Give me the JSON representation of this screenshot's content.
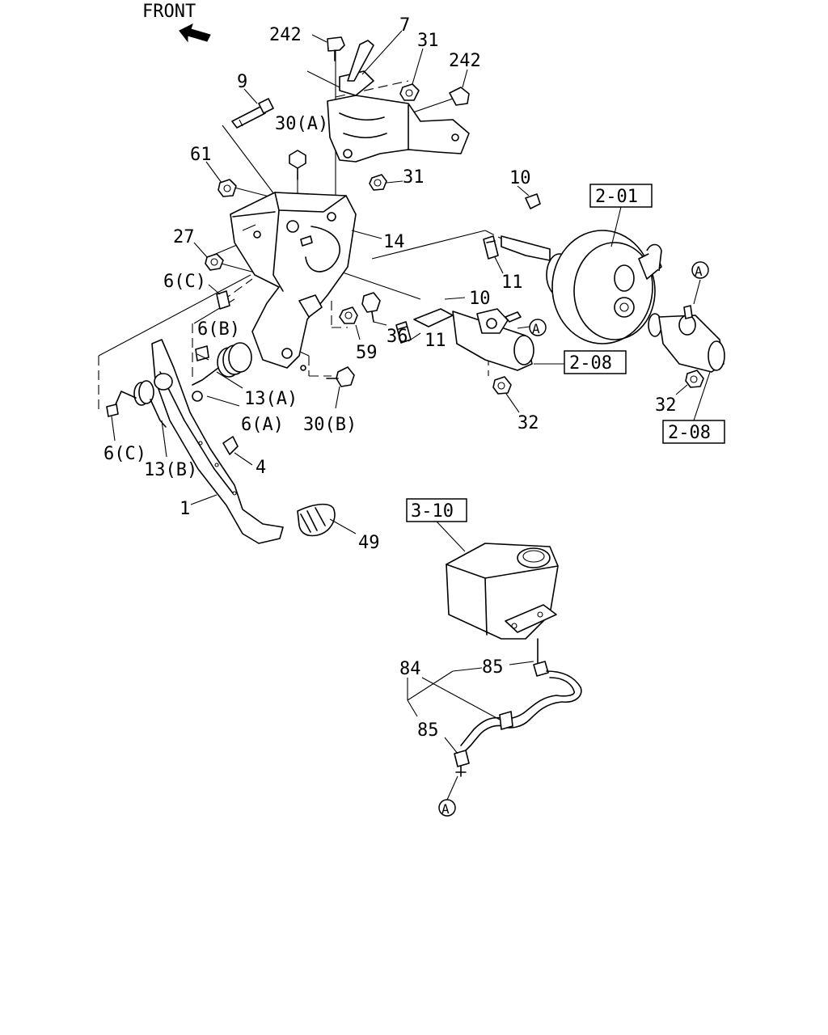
{
  "orientation": {
    "label": "FRONT",
    "icon": "front-arrow-icon"
  },
  "callouts": {
    "c242a": "242",
    "c7": "7",
    "c31a": "31",
    "c242b": "242",
    "c9": "9",
    "c30a": "30(A)",
    "c61": "61",
    "c10a": "10",
    "c27": "27",
    "c14": "14",
    "c11a": "11",
    "c6c_a": "6(C)",
    "c10b": "10",
    "c6b": "6(B)",
    "c36": "36",
    "c11b": "11",
    "c59": "59",
    "c13a": "13(A)",
    "c6a": "6(A)",
    "c30b": "30(B)",
    "c6c_b": "6(C)",
    "c13b": "13(B)",
    "c4": "4",
    "c1": "1",
    "c49": "49",
    "c32a": "32",
    "c32b": "32",
    "c31b": "31",
    "c84": "84",
    "c85a": "85",
    "c85b": "85"
  },
  "reference_boxes": {
    "r201": "2-01",
    "r208a": "2-08",
    "r208b": "2-08",
    "r310": "3-10"
  },
  "connection_marker": "A"
}
